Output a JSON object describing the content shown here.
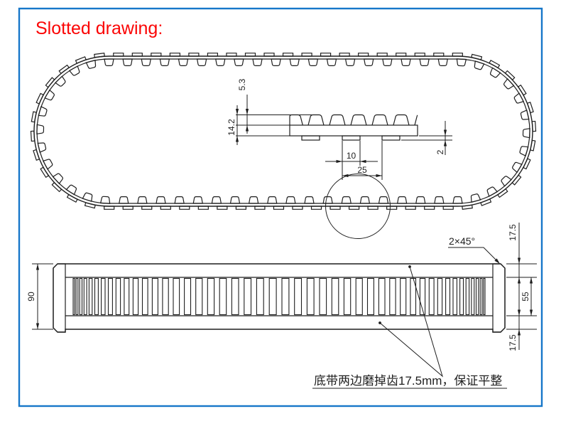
{
  "title": "Slotted drawing:",
  "colors": {
    "title_red": "#fb0505",
    "border_blue": "#1777c9",
    "line_black": "#1e1e1e"
  },
  "detail_view": {
    "dims": {
      "tooth_height": "5.3",
      "total_thickness": "14.2",
      "pad_width": "10",
      "pad_pitch": "25",
      "pad_height": "2"
    }
  },
  "side_view": {
    "dims": {
      "belt_width": "90",
      "edge_top": "17.5",
      "tooth_zone": "55",
      "edge_bottom": "17.5",
      "chamfer": "2×45°"
    }
  },
  "note": "底带两边磨掉齿17.5mm，保证平整"
}
